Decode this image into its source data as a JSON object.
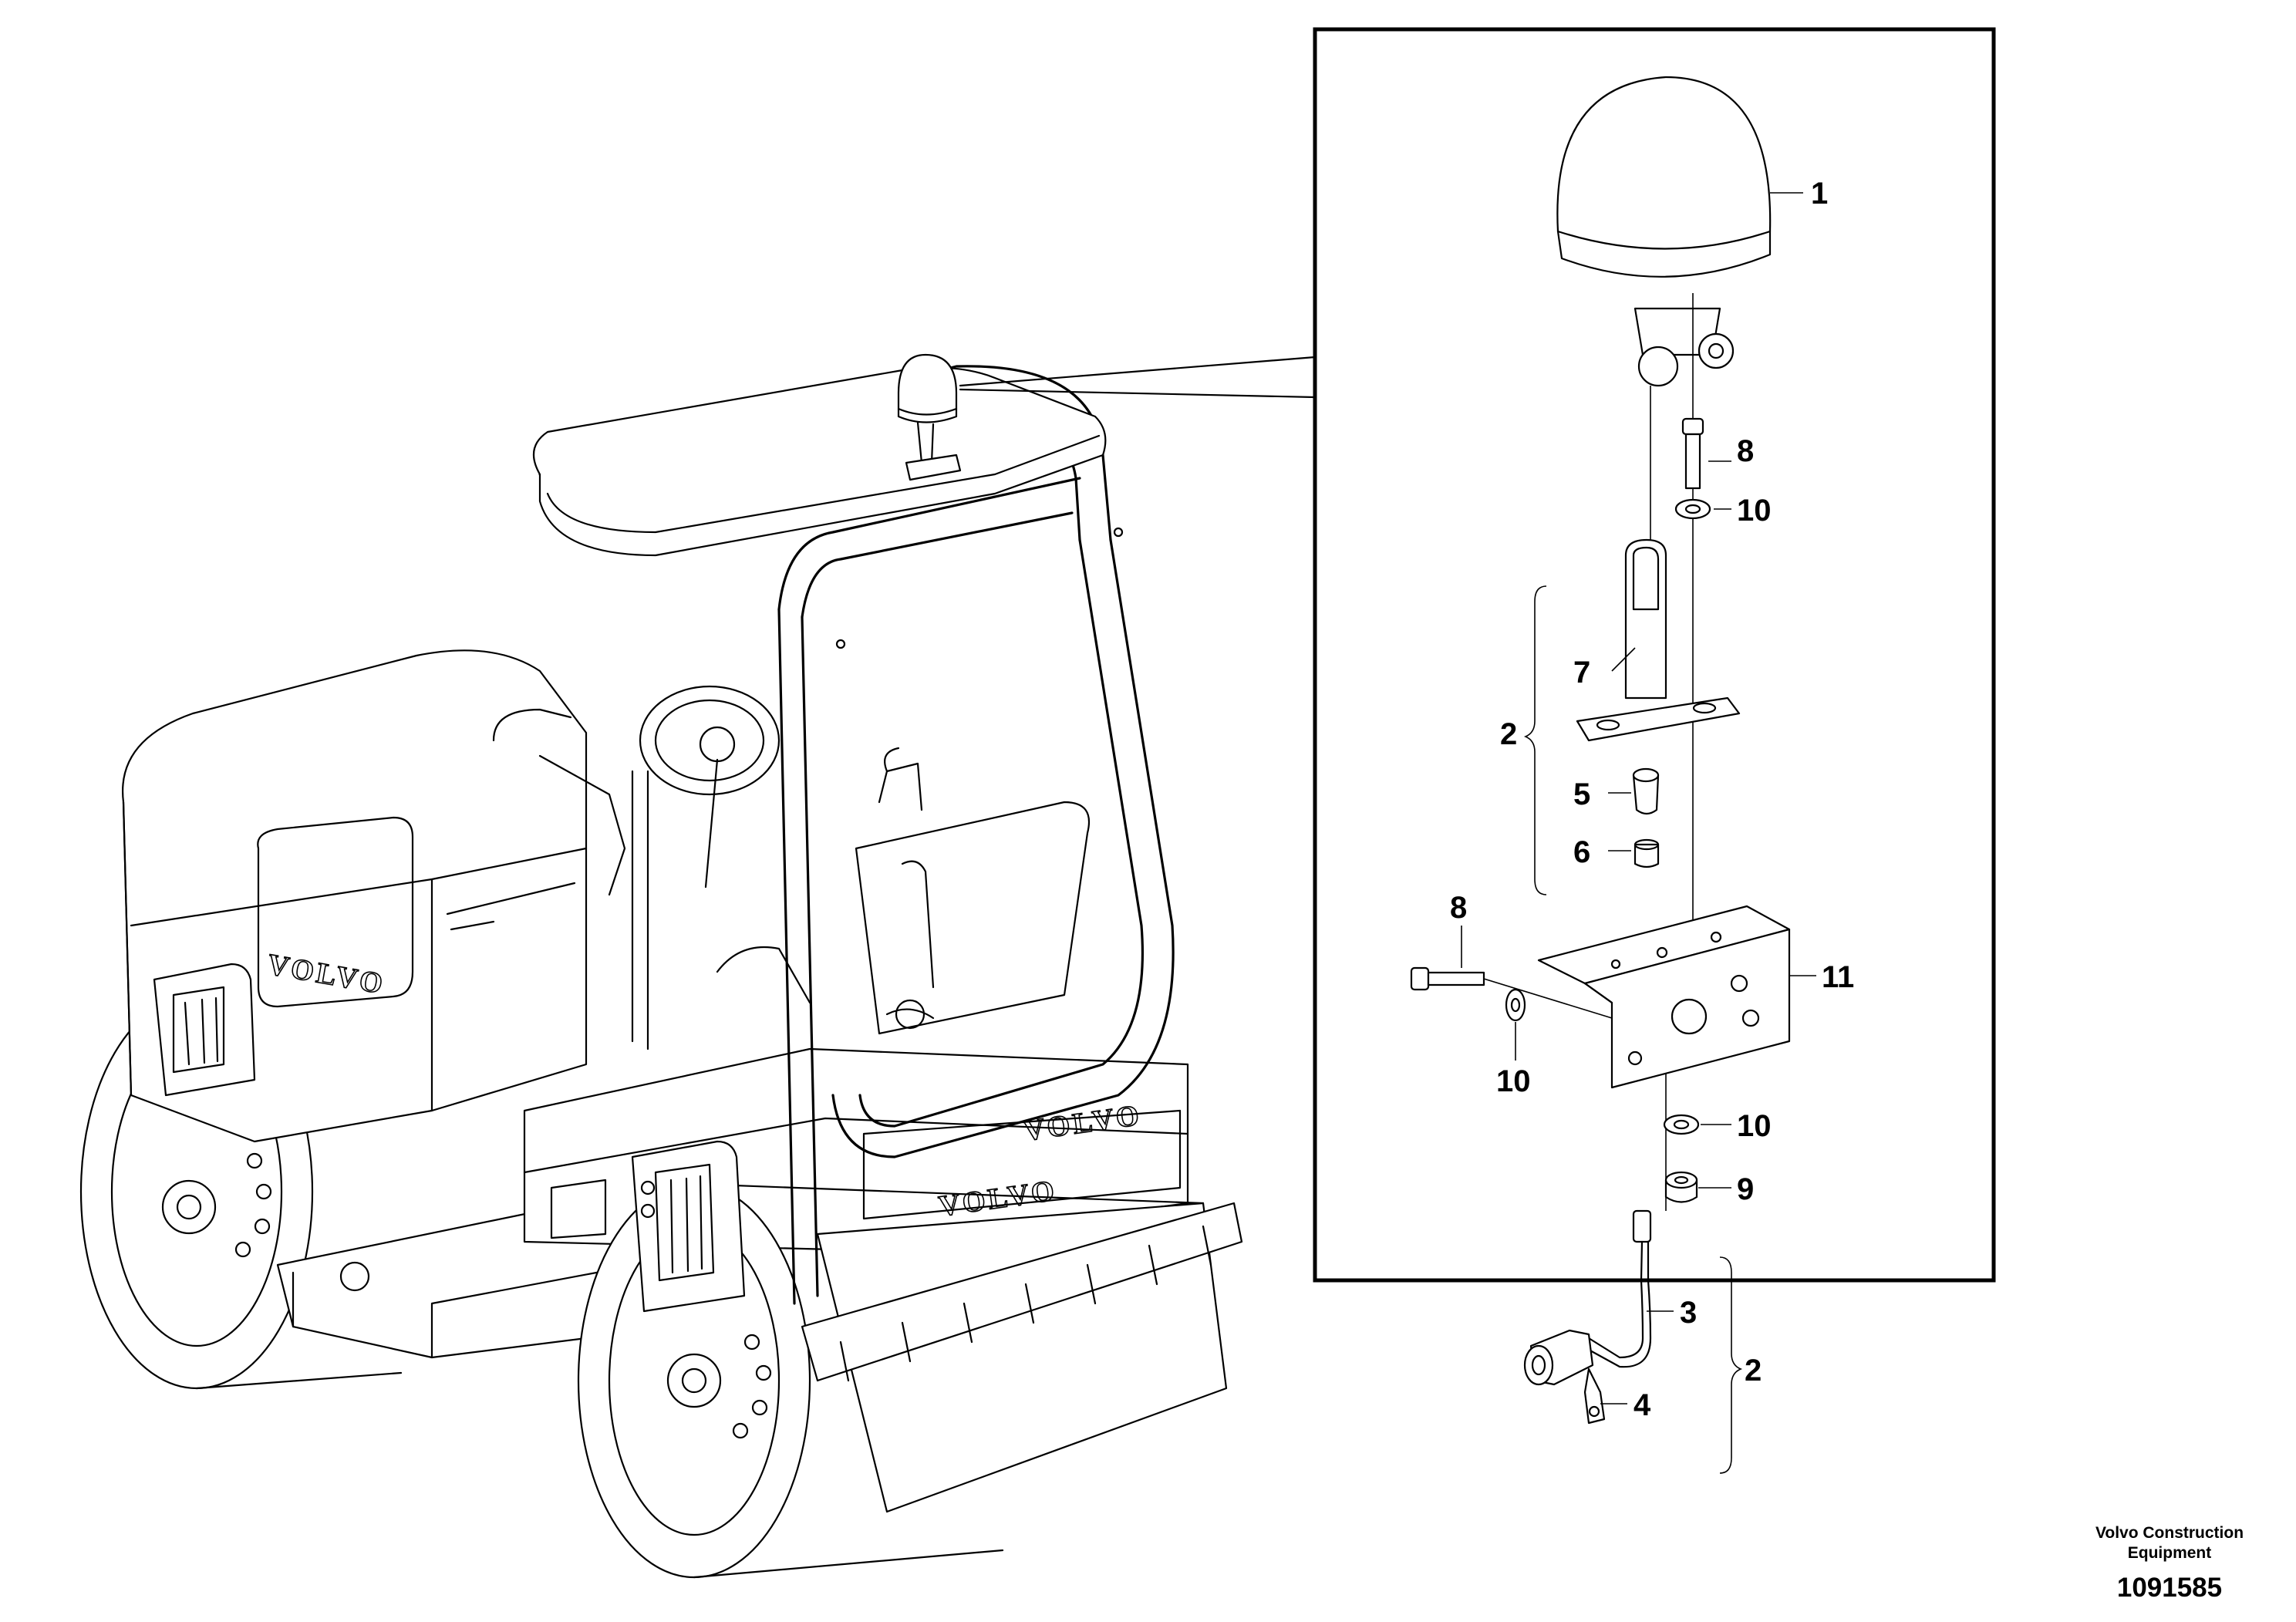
{
  "detail_callouts": [
    {
      "id": "c1",
      "number": "1"
    },
    {
      "id": "c8a",
      "number": "8"
    },
    {
      "id": "c10a",
      "number": "10"
    },
    {
      "id": "c7",
      "number": "7"
    },
    {
      "id": "c2a",
      "number": "2"
    },
    {
      "id": "c5",
      "number": "5"
    },
    {
      "id": "c6",
      "number": "6"
    },
    {
      "id": "c8b",
      "number": "8"
    },
    {
      "id": "c11",
      "number": "11"
    },
    {
      "id": "c10b",
      "number": "10"
    },
    {
      "id": "c10c",
      "number": "10"
    },
    {
      "id": "c9",
      "number": "9"
    },
    {
      "id": "c3",
      "number": "3"
    },
    {
      "id": "c2b",
      "number": "2"
    },
    {
      "id": "c4",
      "number": "4"
    }
  ],
  "machine": {
    "brand_mark": "VOLVO"
  },
  "footer": {
    "company_line1": "Volvo Construction",
    "company_line2": "Equipment",
    "drawing_number": "1091585"
  }
}
